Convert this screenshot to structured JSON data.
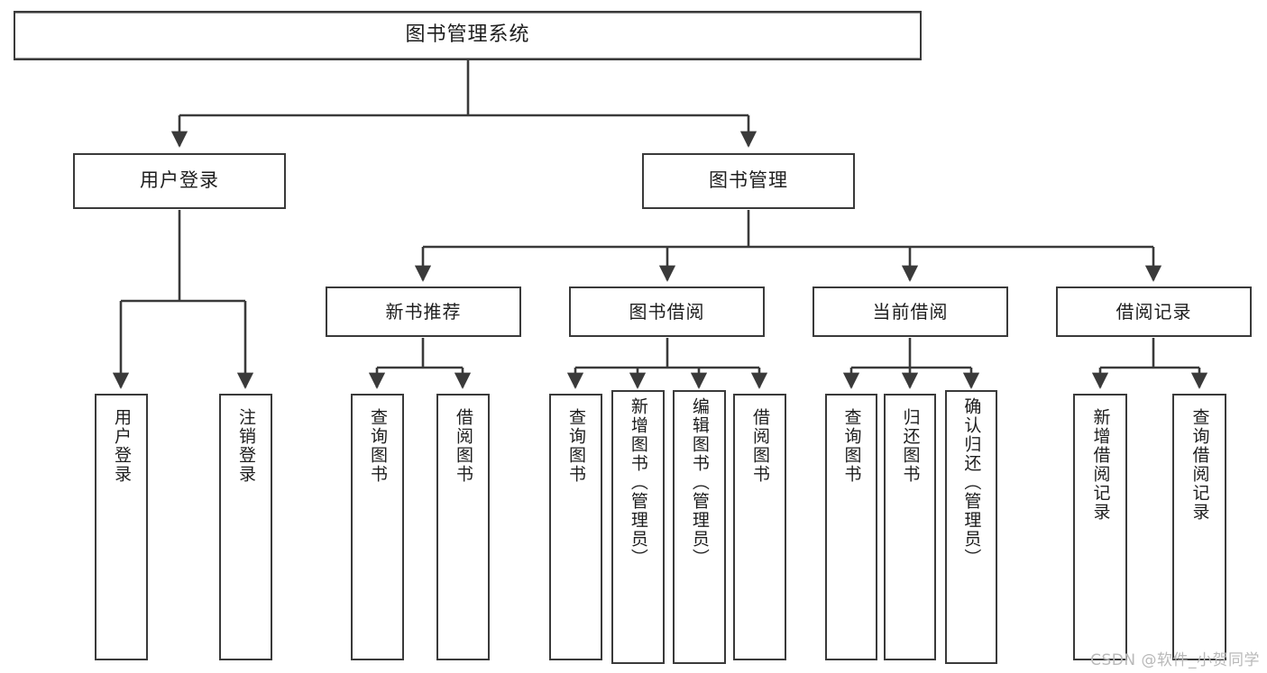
{
  "diagram": {
    "type": "tree-hierarchy-chart",
    "title": "图书管理系统",
    "watermark": "CSDN @软件_小贺同学",
    "colors": {
      "box_border": "#3a3a3a",
      "box_fill": "#ffffff",
      "connector": "#3a3a3a",
      "text": "#1d1d1d",
      "watermark": "#b9b9b9",
      "background": "#ffffff"
    },
    "root": {
      "label": "图书管理系统"
    },
    "level2": [
      {
        "label": "用户登录"
      },
      {
        "label": "图书管理"
      }
    ],
    "level3": [
      {
        "label": "新书推荐"
      },
      {
        "label": "图书借阅"
      },
      {
        "label": "当前借阅"
      },
      {
        "label": "借阅记录"
      }
    ],
    "leaves": {
      "user_login": [
        {
          "label": "用户登录"
        },
        {
          "label": "注销登录"
        }
      ],
      "new_book_recommend": [
        {
          "label": "查询图书"
        },
        {
          "label": "借阅图书"
        }
      ],
      "book_borrow": [
        {
          "label": "查询图书"
        },
        {
          "label": "新增图书（管理员）"
        },
        {
          "label": "编辑图书（管理员）"
        },
        {
          "label": "借阅图书"
        }
      ],
      "current_borrow": [
        {
          "label": "查询图书"
        },
        {
          "label": "归还图书"
        },
        {
          "label": "确认归还（管理员）"
        }
      ],
      "borrow_record": [
        {
          "label": "新增借阅记录"
        },
        {
          "label": "查询借阅记录"
        }
      ]
    }
  }
}
